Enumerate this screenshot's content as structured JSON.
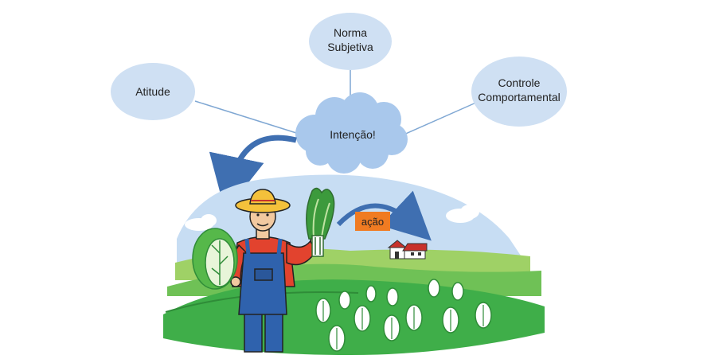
{
  "nodes": {
    "norma_line1": "Norma",
    "norma_line2": "Subjetiva",
    "atitude": "Atitude",
    "controle_line1": "Controle",
    "controle_line2": "Comportamental",
    "intencao": "Intenção!",
    "acao": "ação"
  },
  "colors": {
    "bubble_fill": "#cfe0f3",
    "cloud_fill": "#a9c8ec",
    "connector": "#7fa7d3",
    "arrow": "#3f6fb1",
    "acao_box": "#f07b22",
    "sky": "#c7ddf3",
    "grass_light": "#9fd166",
    "grass_dark": "#3fae49",
    "overalls": "#2f62ad",
    "shirt": "#e2432e"
  },
  "icons": {
    "farmer": "farmer-illustration",
    "farmhouse": "farmhouse-icon",
    "cabbage": "cabbage-icon",
    "lettuce": "lettuce-bunch-icon"
  }
}
